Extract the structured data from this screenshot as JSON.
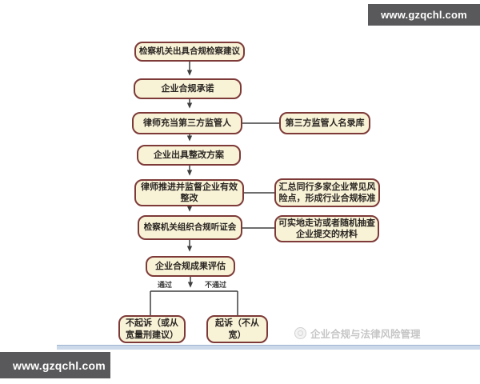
{
  "site": {
    "url_top": "www.gzqchl.com",
    "url_bottom": "www.gzqchl.com"
  },
  "watermark": {
    "text": "企业合规与法律风险管理"
  },
  "colors": {
    "box_fill": "#f8f2d7",
    "box_border": "#7d3a38",
    "connector": "#3f3f3f",
    "url_bar_bg": "#59595b",
    "divider_blue": "#ccd9ea"
  },
  "flowchart": {
    "main_steps": [
      {
        "id": "step-1",
        "label": "检察机关出具合规检察建议"
      },
      {
        "id": "step-2",
        "label": "企业合规承诺"
      },
      {
        "id": "step-3",
        "label": "律师充当第三方监管人"
      },
      {
        "id": "step-4",
        "label": "企业出具整改方案"
      },
      {
        "id": "step-5",
        "label": "律师推进并监督企业有效\n整改"
      },
      {
        "id": "step-6",
        "label": "检察机关组织合规听证会"
      },
      {
        "id": "step-7",
        "label": "企业合规成果评估"
      }
    ],
    "side_notes": [
      {
        "id": "note-1",
        "label": "第三方监管人名录库"
      },
      {
        "id": "note-2",
        "label": "汇总同行多家企业常见风\n险点，形成行业合规标准"
      },
      {
        "id": "note-3",
        "label": "可实地走访或者随机抽查\n企业提交的材料"
      }
    ],
    "branch": {
      "pass_label": "通过",
      "fail_label": "不通过",
      "pass_outcome": "不起诉（或从\n宽量刑建议）",
      "fail_outcome": "起诉（不从\n宽）"
    }
  }
}
